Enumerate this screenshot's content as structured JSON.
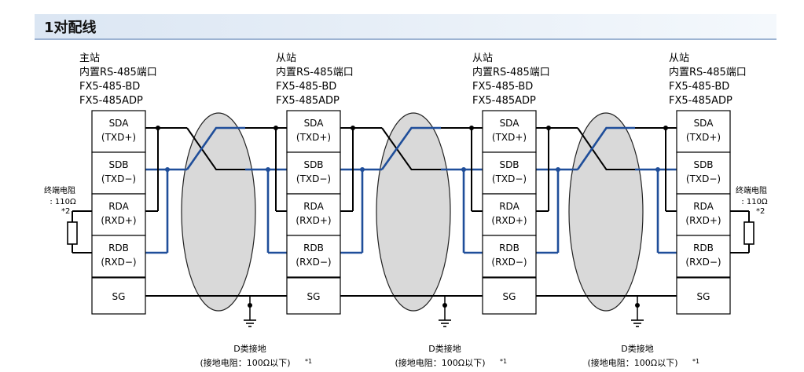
{
  "title": "1对配线",
  "stations": [
    {
      "header": [
        "主站",
        "内置RS-485端口",
        "FX5-485-BD",
        "FX5-485ADP"
      ]
    },
    {
      "header": [
        "从站",
        "内置RS-485端口",
        "FX5-485-BD",
        "FX5-485ADP"
      ]
    },
    {
      "header": [
        "从站",
        "内置RS-485端口",
        "FX5-485-BD",
        "FX5-485ADP"
      ]
    },
    {
      "header": [
        "从站",
        "内置RS-485端口",
        "FX5-485-BD",
        "FX5-485ADP"
      ]
    }
  ],
  "terminals": [
    {
      "name": "SDA",
      "sub": "(TXD+)"
    },
    {
      "name": "SDB",
      "sub": "(TXD−)"
    },
    {
      "name": "RDA",
      "sub": "(RXD+)"
    },
    {
      "name": "RDB",
      "sub": "(RXD−)"
    },
    {
      "name": "SG",
      "sub": ""
    }
  ],
  "terminating_resistor": {
    "label": "终端电阻",
    "value": ": 110Ω",
    "note": "*2"
  },
  "ground": {
    "label": "D类接地",
    "note": "(接地电阻：100Ω以下)",
    "mark": "*1"
  },
  "colors": {
    "title_bar": "#dbe6f3",
    "wire_blue": "#1f4e9a",
    "shield": "#aaaaaa"
  }
}
